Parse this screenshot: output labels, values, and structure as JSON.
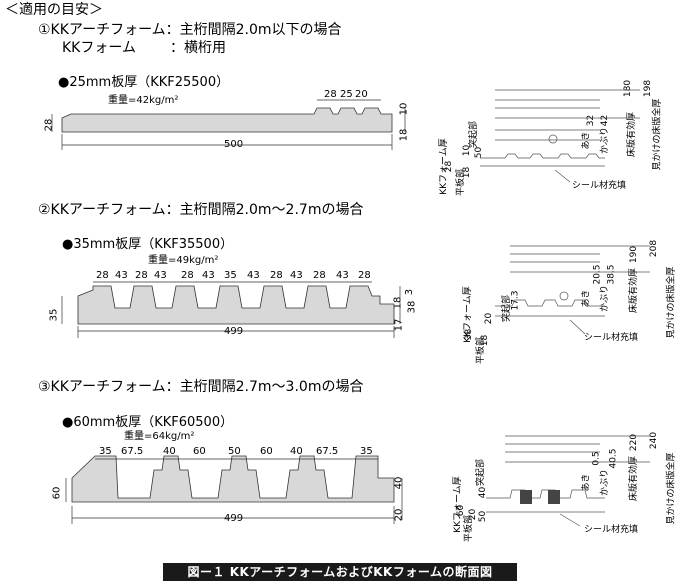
{
  "heading": "＜適用の目安＞",
  "cases": [
    {
      "title": "①KKアーチフォーム：主桁間隔2.0m以下の場合",
      "subtitle_name": "KKフォーム",
      "subtitle_use": "：横桁用",
      "plate": "●25mm板厚（KKF25500）",
      "weight": "重量=42kg/m²",
      "dims": {
        "top": [
          "28",
          "25",
          "20"
        ],
        "right_top": "10",
        "left": "28",
        "right_bottom": "18",
        "width": "500"
      },
      "side": {
        "vals": [
          "180",
          "198",
          "32",
          "42"
        ],
        "labels": [
          "床版有効厚",
          "見かけの床版全厚",
          "あき",
          "かぶり"
        ],
        "left": [
          "KKフォーム厚",
          "平板部",
          "突起部"
        ],
        "left_vals": [
          "28",
          "18",
          "10",
          "50"
        ],
        "note": "シール材充填"
      }
    },
    {
      "title": "②KKアーチフォーム：主桁間隔2.0m〜2.7mの場合",
      "plate": "●35mm板厚（KKF35500）",
      "weight": "重量=49kg/m²",
      "dims": {
        "top": [
          "28",
          "43",
          "28",
          "43",
          "28",
          "43",
          "35",
          "43",
          "28",
          "43",
          "28",
          "43",
          "28"
        ],
        "right_top": "18",
        "right_mid": "3",
        "right_low": "38",
        "left": "35",
        "right_bottom": "17",
        "width": "499"
      },
      "side": {
        "vals": [
          "190",
          "208",
          "20.5",
          "38.5"
        ],
        "labels": [
          "床版有効厚",
          "見かけの床版全厚",
          "あき",
          "かぶり"
        ],
        "left": [
          "KKフォーム厚",
          "平板部",
          "突起部"
        ],
        "left_vals": [
          "38",
          "18",
          "20",
          "17.3"
        ],
        "note": "シール材充填"
      }
    },
    {
      "title": "③KKアーチフォーム：主桁間隔2.7m〜3.0mの場合",
      "plate": "●60mm板厚（KKF60500）",
      "weight": "重量=64kg/m²",
      "dims": {
        "top": [
          "35",
          "67.5",
          "40",
          "60",
          "50",
          "60",
          "40",
          "67.5",
          "35"
        ],
        "right_top": "40",
        "left": "60",
        "right_bottom": "20",
        "width": "499"
      },
      "side": {
        "vals": [
          "220",
          "240",
          "0.5",
          "40.5"
        ],
        "labels": [
          "床版有効厚",
          "見かけの床版全厚",
          "あき",
          "かぶり"
        ],
        "left": [
          "KKフォーム厚",
          "平板部",
          "突起部"
        ],
        "left_vals": [
          "60",
          "20",
          "40",
          "50"
        ],
        "note": "シール材充填"
      }
    }
  ],
  "caption": "図ー１ KKアーチフォームおよびKKフォームの断面図"
}
